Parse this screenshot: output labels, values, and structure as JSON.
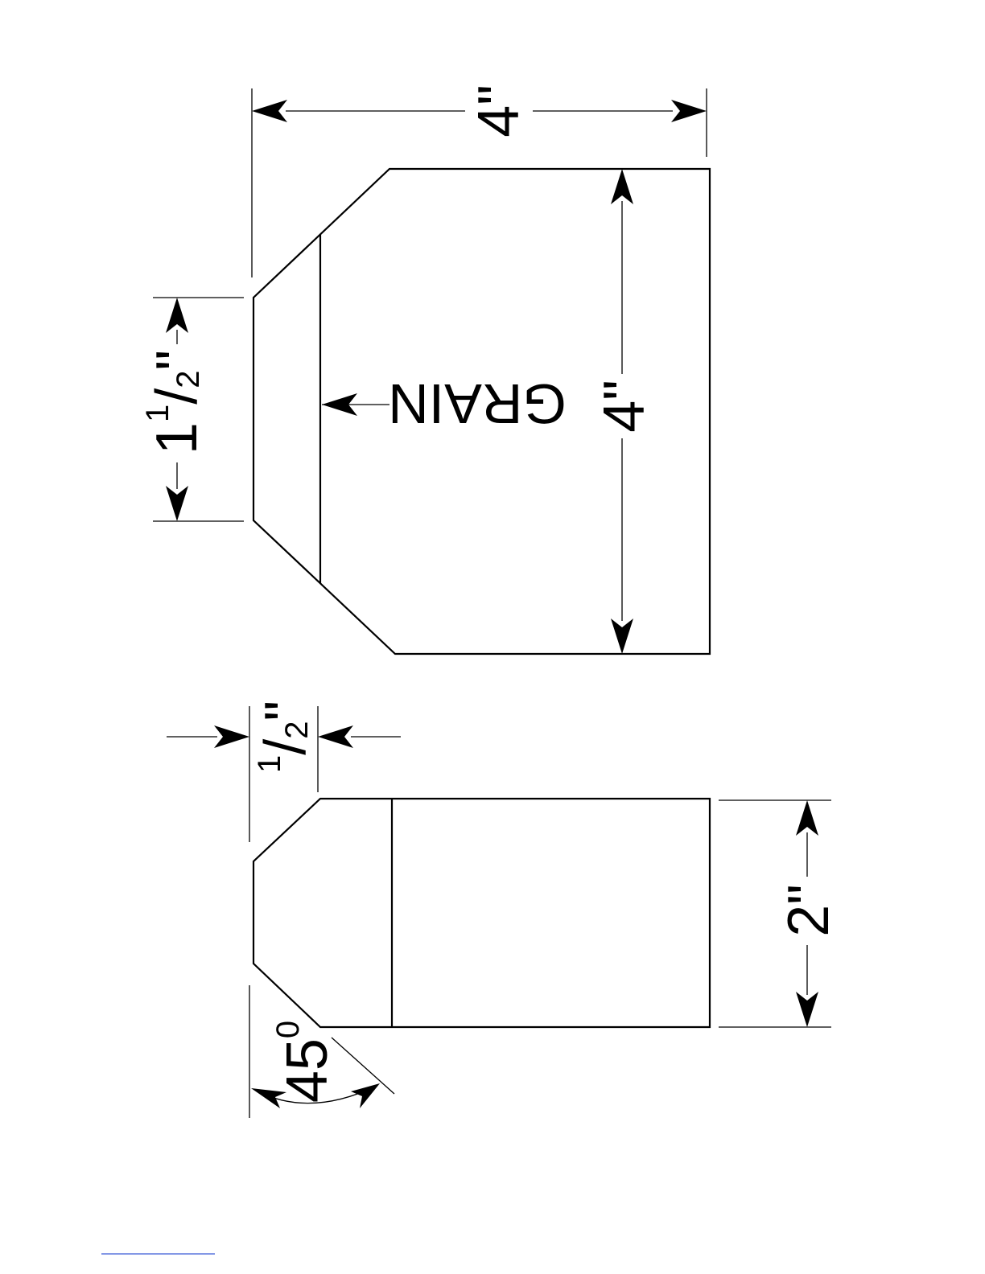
{
  "drawing": {
    "large_piece": {
      "width_dim": "4\"",
      "height_dim": "4\"",
      "flat_dim_whole": "1",
      "flat_dim_num": "1",
      "flat_dim_den": "2",
      "flat_dim_mark": "\"",
      "grain_label": "GRAIN"
    },
    "small_piece": {
      "offset_dim_num": "1",
      "offset_dim_den": "2",
      "offset_dim_mark": "\"",
      "height_dim": "2\"",
      "angle_value": "45",
      "angle_unit": "0"
    }
  }
}
